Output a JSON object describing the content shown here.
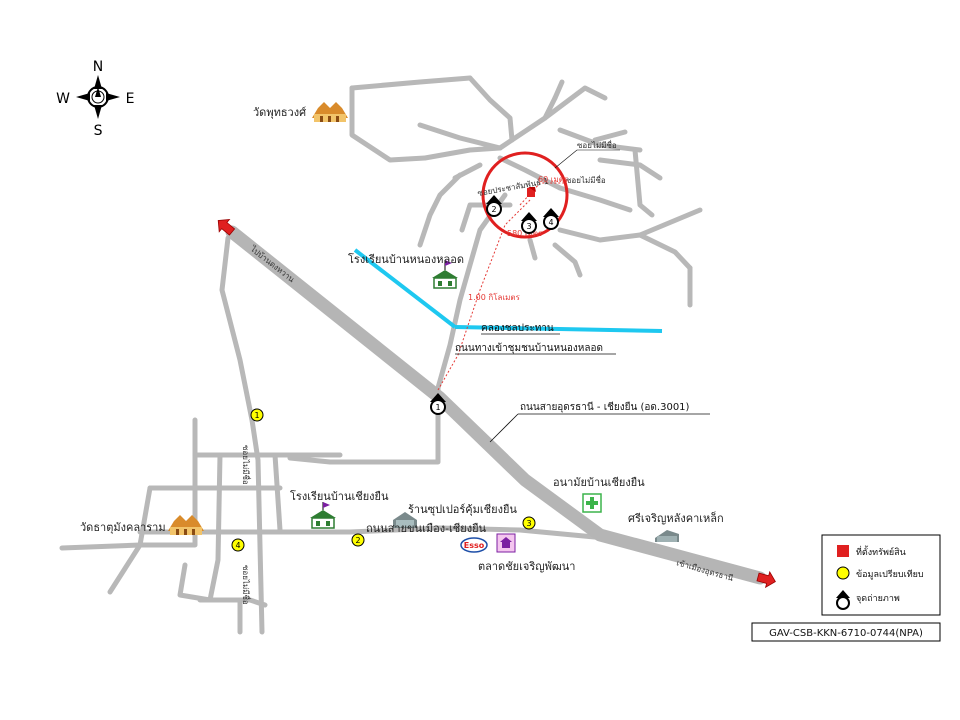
{
  "compass": {
    "n": "N",
    "s": "S",
    "e": "E",
    "w": "W"
  },
  "labels": {
    "temple_north": "วัดพุทธวงศ์",
    "school_nonglot": "โรงเรียนบ้านหนองหลอด",
    "canal": "คลองชลประทาน",
    "village_access_road": "ถนนทางเข้าชุมชนบ้านหนองหลอด",
    "highway": "ถนนสายอุดรธานี - เชียงยืน (อด.3001)",
    "to_kaset": "ไปบ้านดงหวาน",
    "to_udon": "เข้าเมืองอุดรธานี",
    "health_center": "อนามัยบ้านเชียงยืน",
    "metal_roof": "ศรีเจริญหลังคาเหล็ก",
    "school_chiangyuen": "โรงเรียนบ้านเชียงยืน",
    "supermarket": "ร้านซุปเปอร์คุ้มเชียงยืน",
    "town_road": "ถนนสายขนเมือง-เชียงยืน",
    "market": "ตลาดชัยเจริญพัฒนา",
    "temple_west": "วัดธาตุมังคลาราม",
    "soi_west_1": "ซอยไม่มีชื่อ",
    "soi_west_2": "ซอยไม่มีชื่อ",
    "soi_no_name_1": "ซอยไม่มีชื่อ",
    "soi_no_name_2": "ซอยไม่มีชื่อ",
    "soi_main": "ซอยประชาสัมพันธ์ 1",
    "dist_1km": "1.00 กิโลเมตร",
    "dist_a": "60 เมตร",
    "dist_b": "580 เมตร",
    "esso": "Esso"
  },
  "photo_points": [
    "1",
    "2",
    "3",
    "4"
  ],
  "comparison_points": [
    "1",
    "2",
    "3",
    "4"
  ],
  "legend": {
    "property": "ที่ตั้งทรัพย์สิน",
    "comparison": "ข้อมูลเปรียบเทียบ",
    "photo_point": "จุดถ่ายภาพ"
  },
  "ref_code": "GAV-CSB-KKN-6710-0744(NPA)",
  "colors": {
    "road": "#b8b8b8",
    "canal": "#1ec8f0",
    "circle": "#e02020",
    "property": "#e02020",
    "comparison": "#ffff00",
    "arrow": "#e02020",
    "hospital": "#3cb44b"
  },
  "icons": [
    "compass-rose-icon",
    "temple-icon",
    "school-icon",
    "hospital-icon",
    "factory-icon",
    "store-icon",
    "market-icon",
    "esso-logo-icon",
    "direction-arrow-icon",
    "photo-point-icon",
    "comparison-point-icon",
    "property-marker-icon"
  ]
}
